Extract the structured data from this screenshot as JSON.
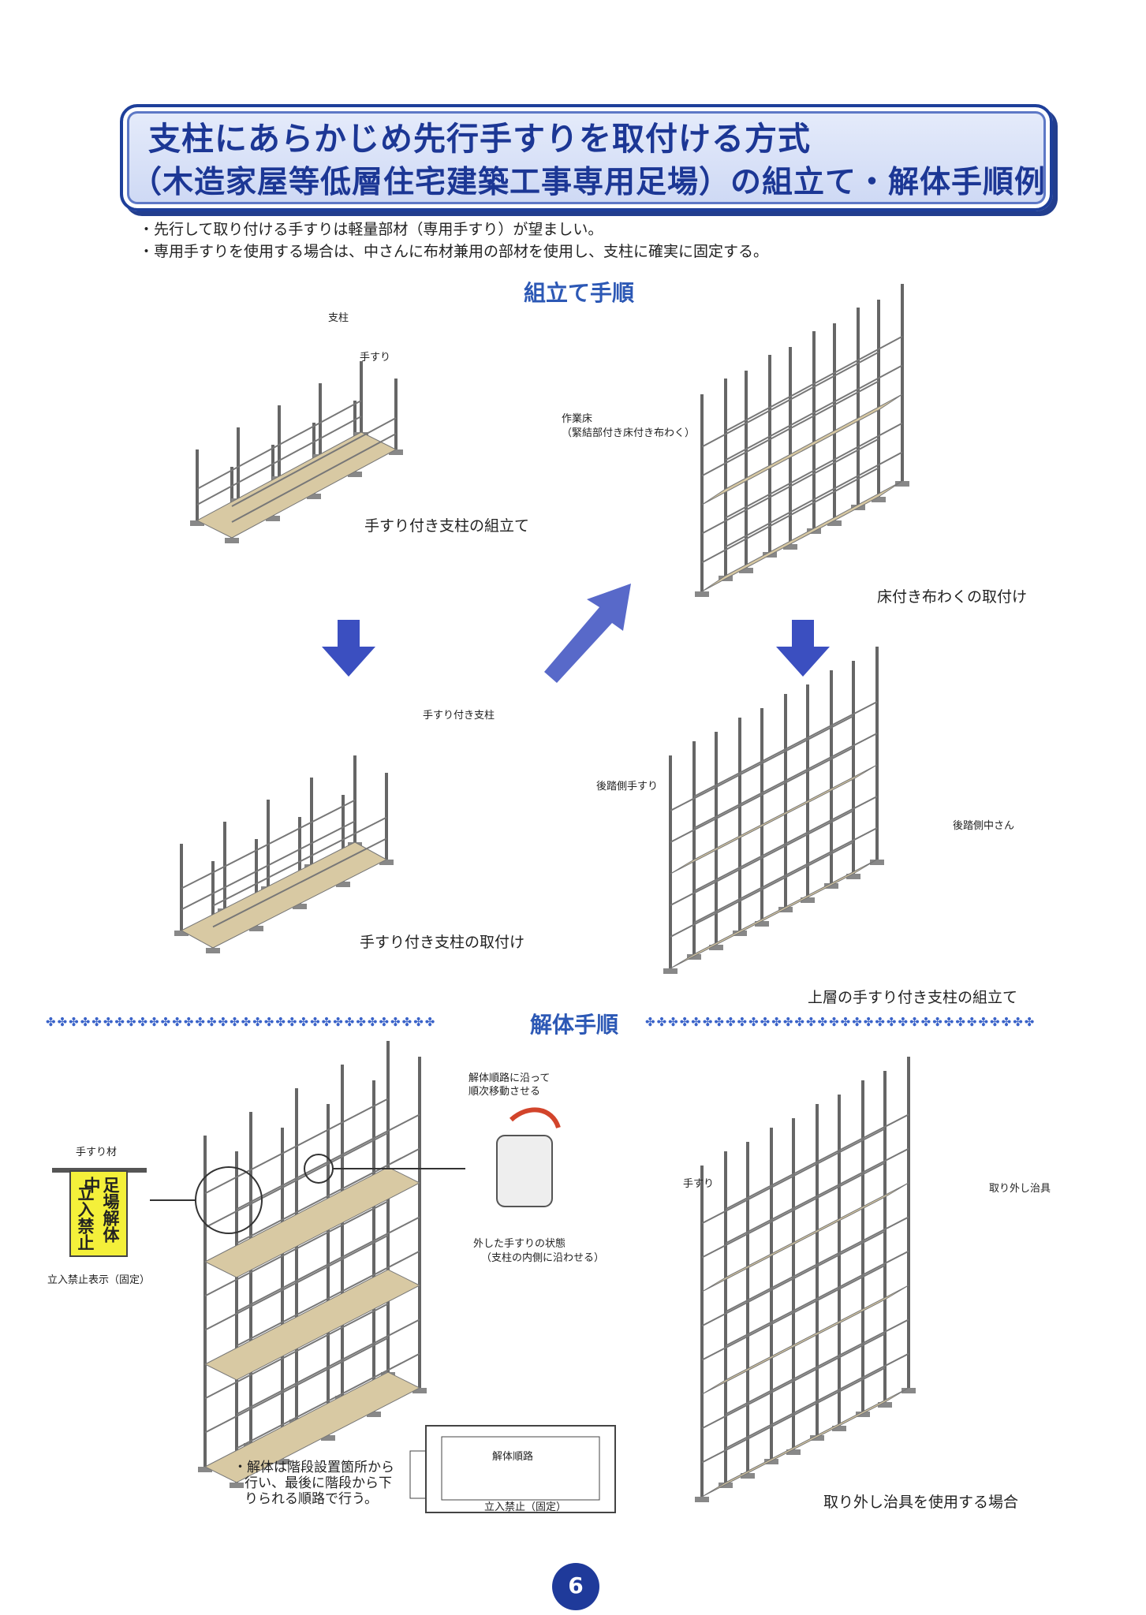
{
  "title": {
    "line1": "支柱にあらかじめ先行手すりを取付ける方式",
    "line2": "（木造家屋等低層住宅建築工事専用足場）の組立て・解体手順例"
  },
  "bullets": [
    "・先行して取り付ける手すりは軽量部材（専用手すり）が望ましい。",
    "・専用手すりを使用する場合は、中さんに布材兼用の部材を使用し、支柱に確実に固定する。"
  ],
  "assembly": {
    "heading": "組立て手順",
    "step1": {
      "caption": "手すり付き支柱の組立て",
      "label_post": "支柱",
      "label_rail": "手すり"
    },
    "step2": {
      "caption": "床付き布わくの取付け",
      "label_floor1": "作業床",
      "label_floor2": "（緊結部付き床付き布わく）"
    },
    "step3": {
      "caption": "手すり付き支柱の取付け",
      "label": "手すり付き支柱"
    },
    "step4": {
      "caption": "上層の手すり付き支柱の組立て",
      "label_rear_rail": "後踏側手すり",
      "label_rear_mid": "後踏側中さん"
    }
  },
  "disassembly": {
    "heading": "解体手順",
    "sign_label": "手すり材",
    "sign_text": [
      "足場解体中",
      "立入禁止"
    ],
    "sign_caption": "立入禁止表示（固定）",
    "move_note": [
      "解体順路に沿って",
      "順次移動させる"
    ],
    "removed_state": [
      "外した手すりの状態",
      "（支柱の内側に沿わせる）"
    ],
    "route_note": [
      "・解体は階段設置箇所から",
      "行い、最後に階段から下",
      "りられる順路で行う。"
    ],
    "route_label": "解体順路",
    "route_fixed": "立入禁止（固定）",
    "tool_label_rail": "手すり",
    "tool_label_tool": "取り外し治具",
    "tool_caption": "取り外し治具を使用する場合"
  },
  "page_number": "6",
  "colors": {
    "title_blue": "#1c3795",
    "heading_blue": "#2c58b5",
    "arrow_blue": "#3b4fc0",
    "plank": "#d8c9a3",
    "sign_yellow": "#f4f03a"
  }
}
